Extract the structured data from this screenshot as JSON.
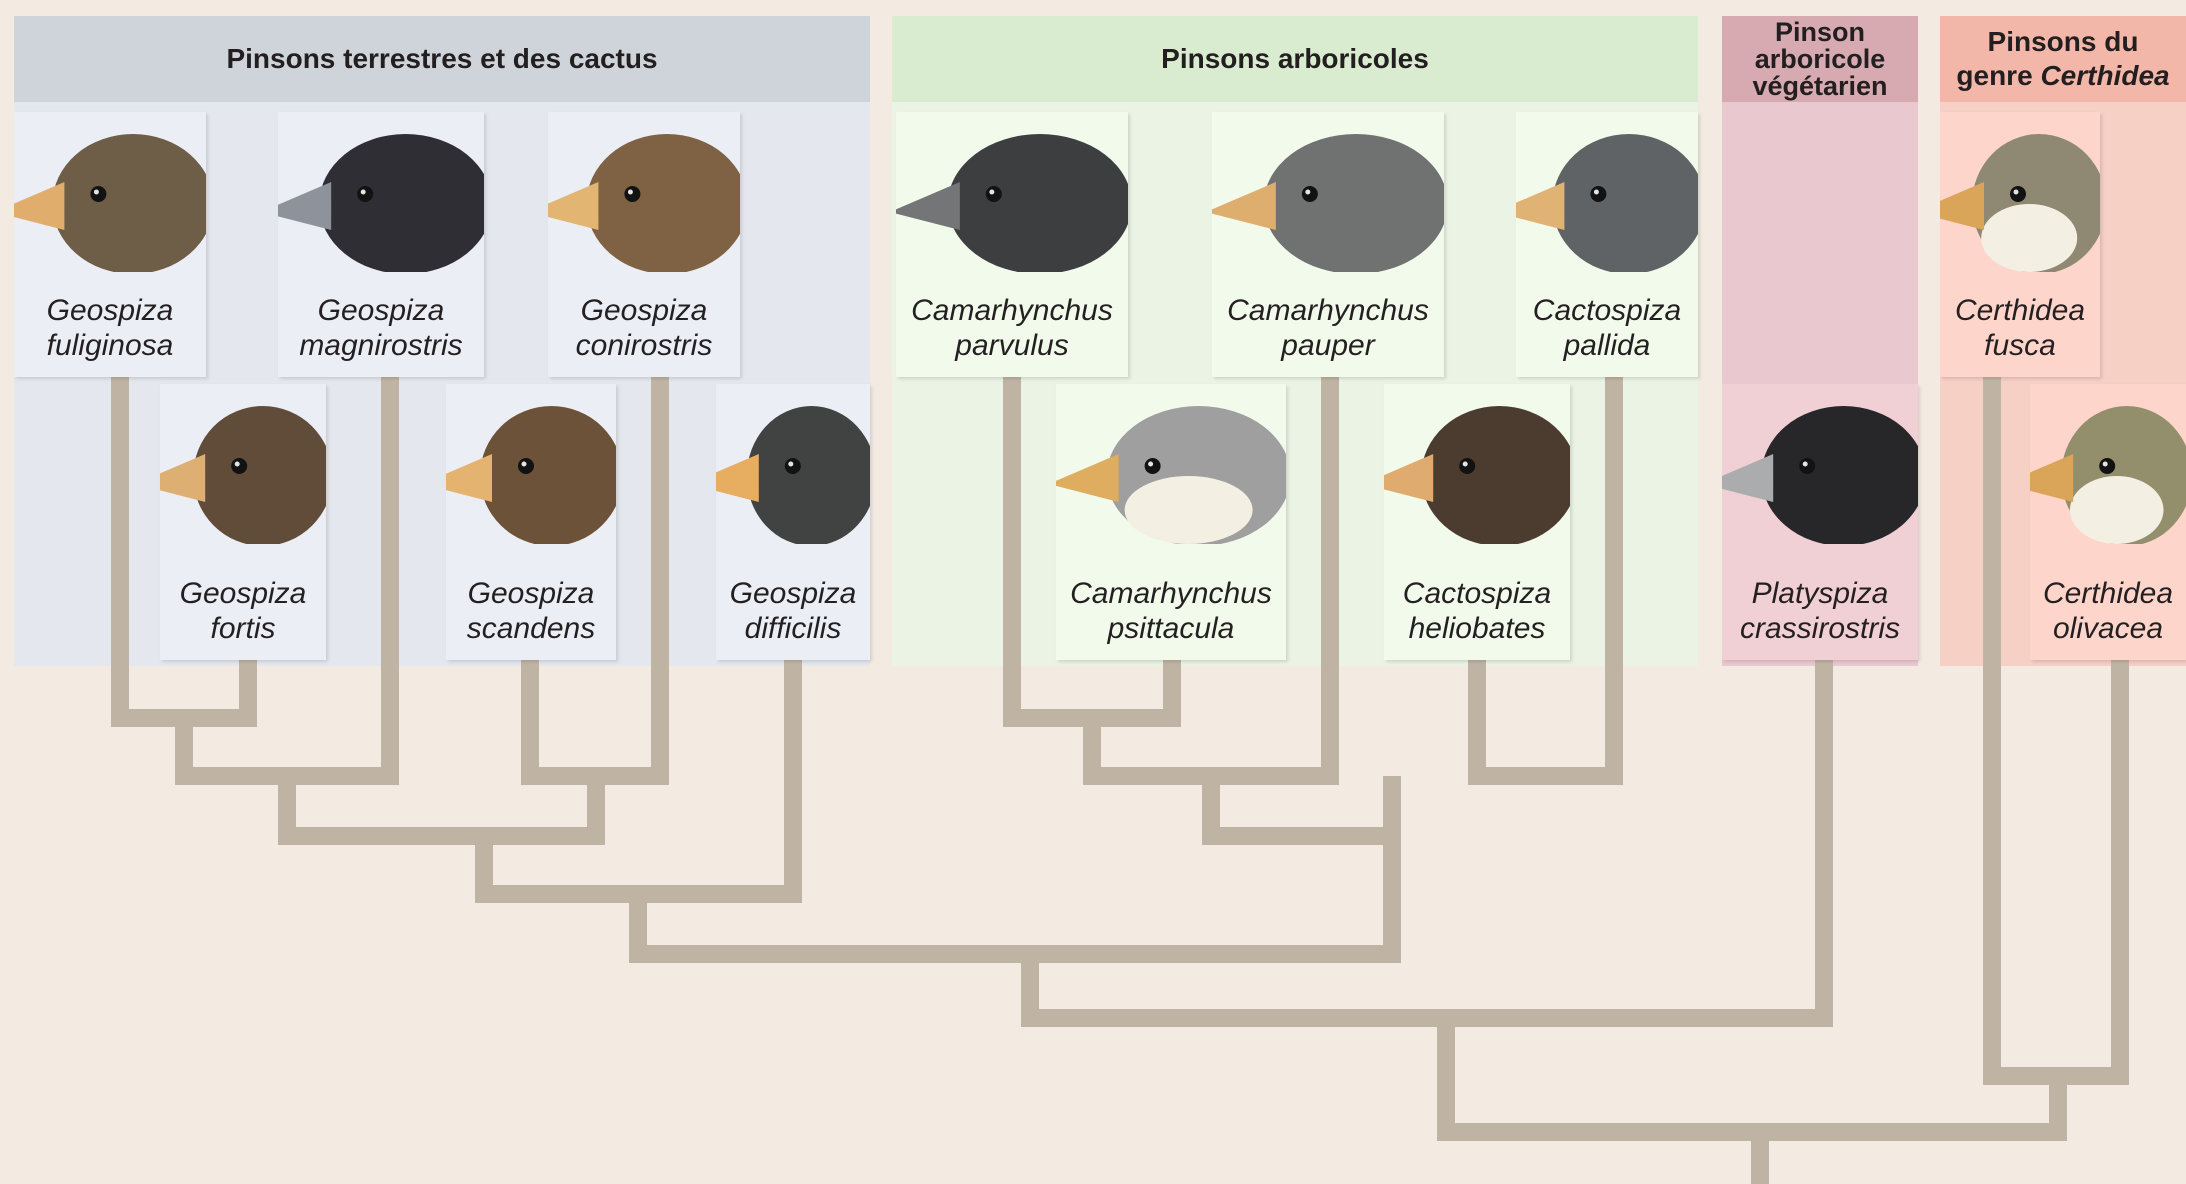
{
  "groups": [
    {
      "id": "ground",
      "title_lines": [
        "Pinsons terrestres et des cactus"
      ],
      "header_color": "#cfd4da",
      "panel_color": "#e4e7ed"
    },
    {
      "id": "tree",
      "title_lines": [
        "Pinsons arboricoles"
      ],
      "header_color": "#d9ecd0",
      "panel_color": "#eaf3e4"
    },
    {
      "id": "veg",
      "title_lines": [
        "Pinson",
        "arboricole",
        "végétarien"
      ],
      "header_color": "#d7a9b1",
      "panel_color": "#e9c9cf"
    },
    {
      "id": "warbler",
      "title_lines": [
        "Pinsons du",
        "genre "
      ],
      "title_italic": "Certhidea",
      "header_color": "#f2b7a8",
      "panel_color": "#f6cfc5"
    }
  ],
  "species": [
    {
      "id": "g-fuliginosa",
      "genus": "Geospiza",
      "epithet": "fuliginosa",
      "group": "ground",
      "plumage": "#6b5a45",
      "beak": "#d9a86a"
    },
    {
      "id": "g-magnirostris",
      "genus": "Geospiza",
      "epithet": "magnirostris",
      "group": "ground",
      "plumage": "#2e2d33",
      "beak": "#8a8e96"
    },
    {
      "id": "g-conirostris",
      "genus": "Geospiza",
      "epithet": "conirostris",
      "group": "ground",
      "plumage": "#7a5f41",
      "beak": "#dbb070"
    },
    {
      "id": "g-fortis",
      "genus": "Geospiza",
      "epithet": "fortis",
      "group": "ground",
      "plumage": "#5e4a38",
      "beak": "#d8aa70"
    },
    {
      "id": "g-scandens",
      "genus": "Geospiza",
      "epithet": "scandens",
      "group": "ground",
      "plumage": "#6a5038",
      "beak": "#dcae6c"
    },
    {
      "id": "g-difficilis",
      "genus": "Geospiza",
      "epithet": "difficilis",
      "group": "ground",
      "plumage": "#3f4140",
      "beak": "#e0a85e"
    },
    {
      "id": "c-parvulus",
      "genus": "Camarhynchus",
      "epithet": "parvulus",
      "group": "tree",
      "plumage": "#3b3c3e",
      "beak": "#707274"
    },
    {
      "id": "c-pauper",
      "genus": "Camarhynchus",
      "epithet": "pauper",
      "group": "tree",
      "plumage": "#6d6e6e",
      "beak": "#d8a96c"
    },
    {
      "id": "ca-pallida",
      "genus": "Cactospiza",
      "epithet": "pallida",
      "group": "tree",
      "plumage": "#5d6062",
      "beak": "#d9ad70"
    },
    {
      "id": "c-psittacula",
      "genus": "Camarhynchus",
      "epithet": "psittacula",
      "group": "tree",
      "plumage": "#9a9a9a",
      "beak": "#d8a85c",
      "light_breast": true
    },
    {
      "id": "ca-heliobates",
      "genus": "Cactospiza",
      "epithet": "heliobates",
      "group": "tree",
      "plumage": "#4a3a2e",
      "beak": "#d9a66c"
    },
    {
      "id": "p-crassirostris",
      "genus": "Platyspiza",
      "epithet": "crassirostris",
      "group": "veg",
      "plumage": "#262628",
      "beak": "#a5a7a8"
    },
    {
      "id": "ce-fusca",
      "genus": "Certhidea",
      "epithet": "fusca",
      "group": "warbler",
      "plumage": "#8b8570",
      "beak": "#d4a055",
      "light_breast": true
    },
    {
      "id": "ce-olivacea",
      "genus": "Certhidea",
      "epithet": "olivacea",
      "group": "warbler",
      "plumage": "#8f8a68",
      "beak": "#d4a055",
      "light_breast": true
    }
  ],
  "branch_color": "#bfb3a3"
}
